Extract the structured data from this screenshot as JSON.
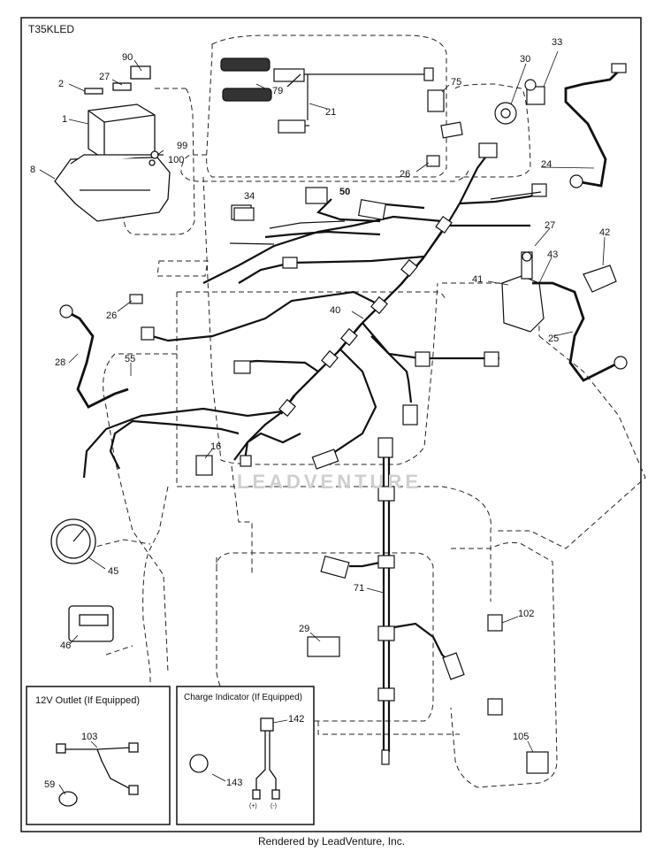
{
  "diagram": {
    "model": "T35KLED",
    "footer": "Rendered by LeadVenture, Inc.",
    "watermark": "LEADVENTURE",
    "callouts": [
      "90",
      "27",
      "2",
      "1",
      "99",
      "100",
      "8",
      "79",
      "21",
      "75",
      "30",
      "33",
      "26",
      "24",
      "34",
      "50",
      "27",
      "42",
      "41",
      "43",
      "25",
      "40",
      "26",
      "28",
      "55",
      "16",
      "45",
      "46",
      "29",
      "71",
      "102",
      "105",
      "103",
      "59",
      "142",
      "143"
    ],
    "insets": {
      "outlet_title": "12V Outlet (If Equipped)",
      "charge_title": "Charge Indicator (If Equipped)",
      "plus": "(+)",
      "minus": "(-)"
    }
  }
}
